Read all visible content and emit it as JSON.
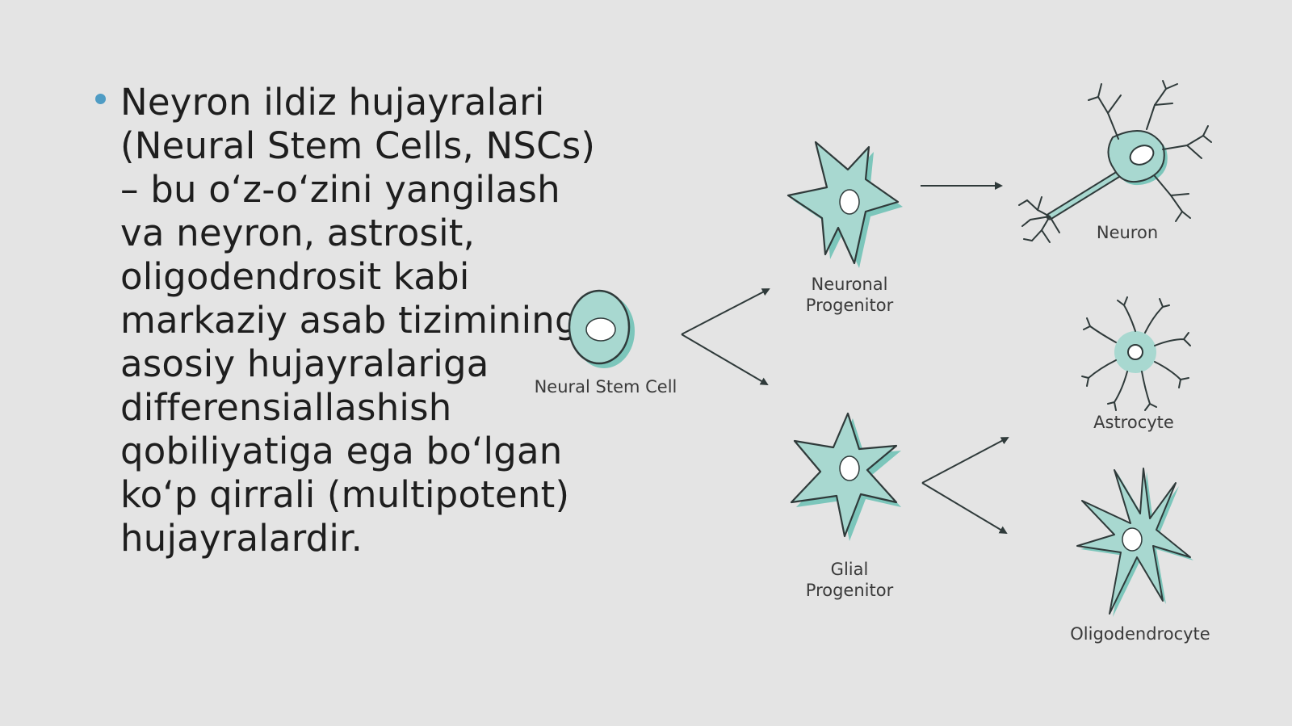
{
  "slide": {
    "bullet_text": "Neyron ildiz hujayralari (Neural Stem Cells, NSCs) – bu o‘z-o‘zini yangilash va neyron, astrosit, oligodendrosit kabi markaziy asab tizimining asosiy hujayralariga differensiallashish qobiliyatiga ega bo‘lgan ko‘p qirrali (multipotent) hujayralardir."
  },
  "diagram": {
    "labels": {
      "stem": "Neural Stem Cell",
      "neuronal_line1": "Neuronal",
      "neuronal_line2": "Progenitor",
      "glial_line1": "Glial",
      "glial_line2": "Progenitor",
      "neuron": "Neuron",
      "astrocyte": "Astrocyte",
      "oligodendrocyte": "Oligodendrocyte"
    },
    "colors": {
      "cell_fill": "#a8d8d0",
      "cell_shadow": "#7cc6bb",
      "outline": "#2f3a3a",
      "nucleus": "#ffffff",
      "bullet": "#4f9cc4"
    }
  }
}
